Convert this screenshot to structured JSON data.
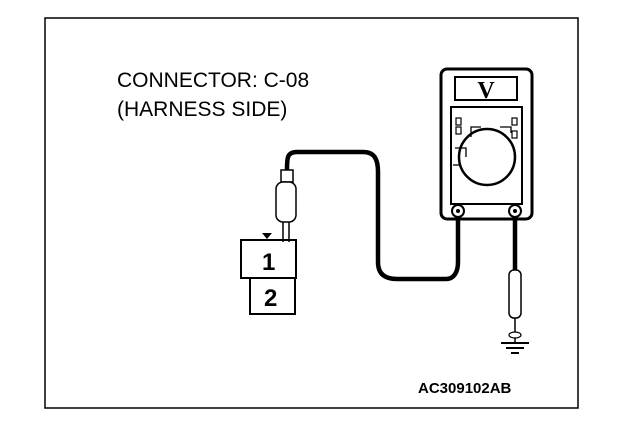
{
  "connector": {
    "title_line1": "CONNECTOR: C-08",
    "title_line2": "(HARNESS SIDE)"
  },
  "pins": [
    "1",
    "2"
  ],
  "meter": {
    "display": "V"
  },
  "figure_code": "AC309102AB",
  "icons": [
    "voltmeter-icon",
    "ground-symbol-icon",
    "probe-icon",
    "connector-icon"
  ]
}
